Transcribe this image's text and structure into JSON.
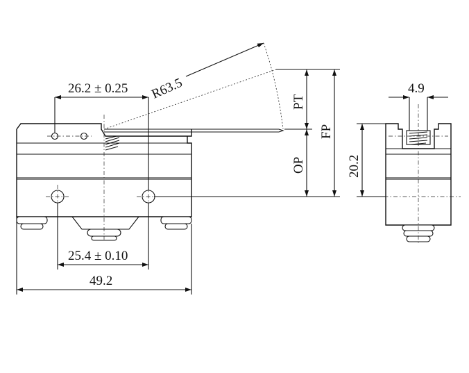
{
  "dimensions": {
    "pin_spacing_top": "26.2 ± 0.25",
    "lever_radius": "R63.5",
    "mount_hole_spacing": "25.4 ± 0.10",
    "body_length": "49.2",
    "pretravel": "PT",
    "free_position": "FP",
    "operating_position": "OP",
    "side_width": "4.9",
    "side_height": "20.2"
  },
  "colors": {
    "ink": "#111111",
    "background": "#ffffff"
  }
}
